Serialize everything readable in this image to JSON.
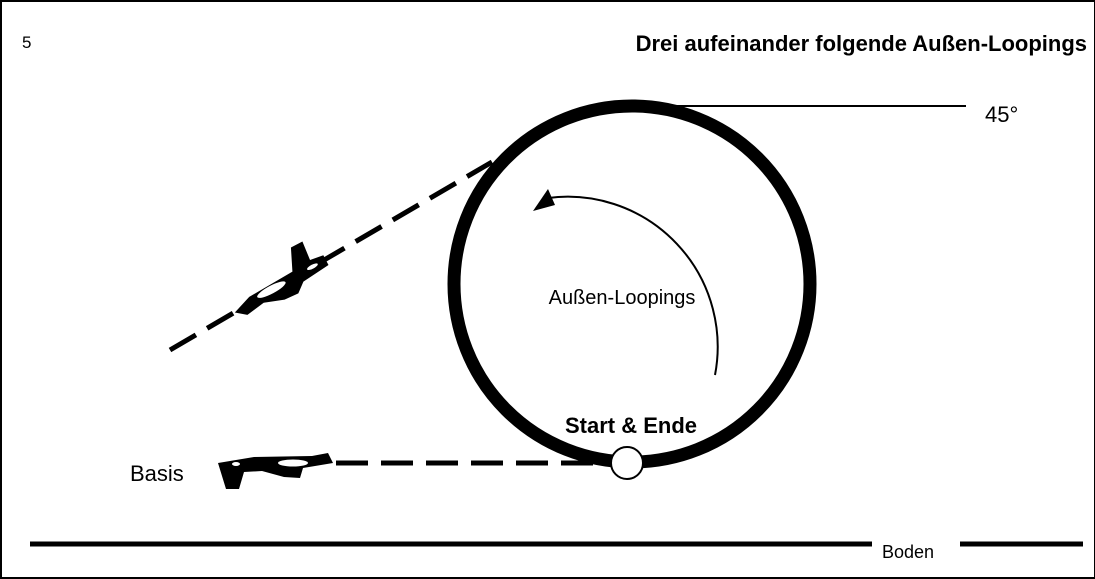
{
  "figure": {
    "page_number": "5",
    "title": "Drei aufeinander folgende Außen-Loopings",
    "angle_label": "45°",
    "loop_label": "Außen-Loopings",
    "start_label": "Start & Ende",
    "base_label": "Basis",
    "ground_label": "Boden"
  },
  "colors": {
    "ink": "#000000",
    "background": "#ffffff"
  },
  "icons": [
    "airplane-icon",
    "airplane-icon"
  ]
}
